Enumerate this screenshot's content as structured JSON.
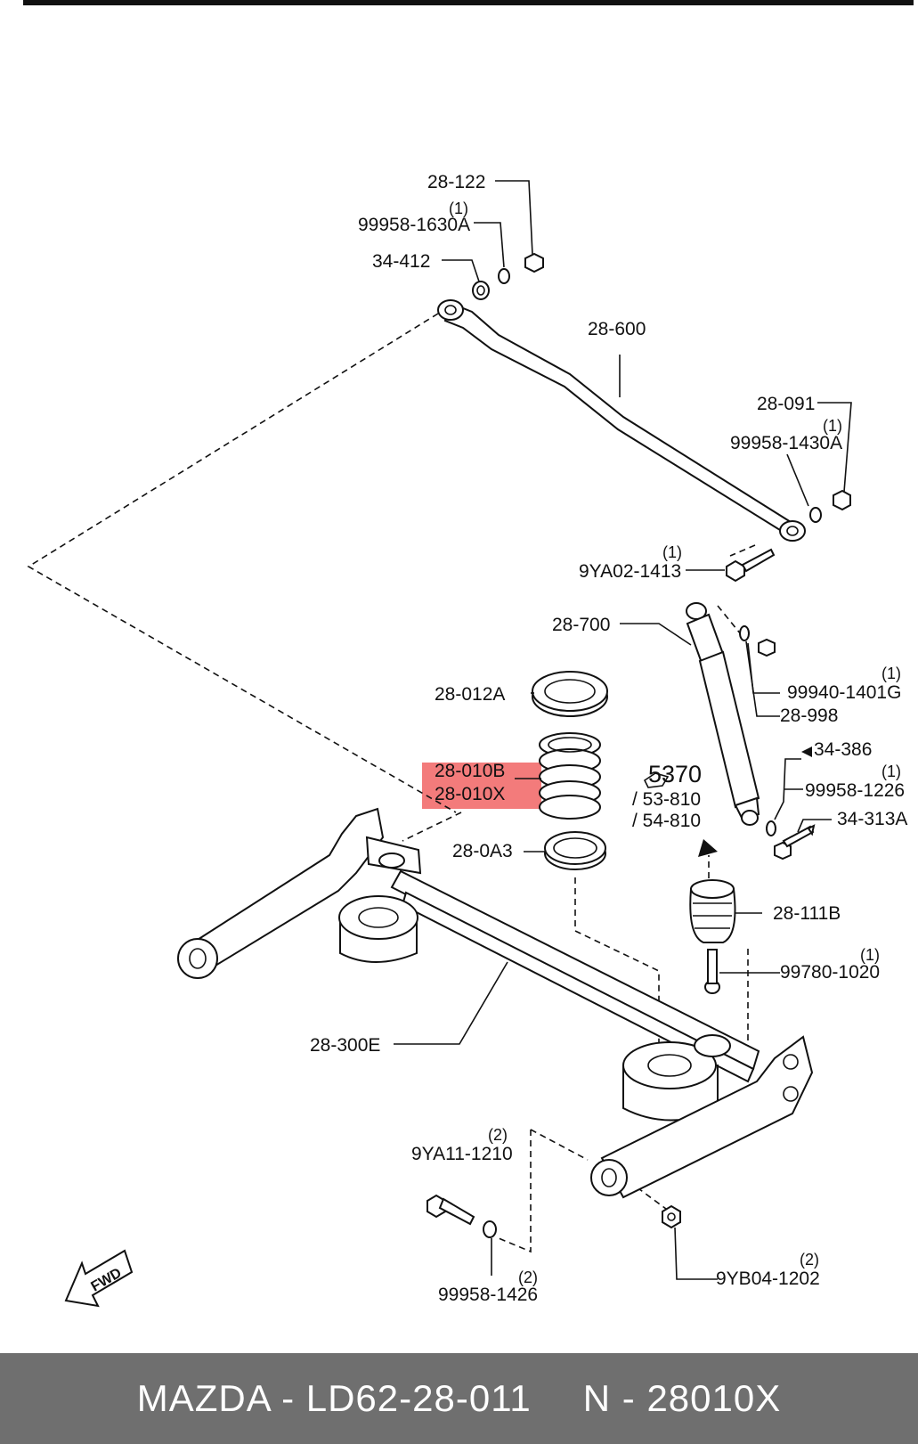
{
  "callouts": {
    "c28_122": "28-122",
    "c99958_1630a_qty": "(1)",
    "c99958_1630a": "99958-1630A",
    "c34_412": "34-412",
    "c28_600": "28-600",
    "c28_091": "28-091",
    "c99958_1430a_qty": "(1)",
    "c99958_1430a": "99958-1430A",
    "c9ya02_1413_qty": "(1)",
    "c9ya02_1413": "9YA02-1413",
    "c28_700": "28-700",
    "c99940_1401g_qty": "(1)",
    "c99940_1401g": "99940-1401G",
    "c28_998": "28-998",
    "c28_012a": "28-012A",
    "c28_010b": "28-010B",
    "c28_010x": "28-010X",
    "c5370": "5370",
    "c53_810": "/ 53-810",
    "c54_810": "/ 54-810",
    "c34_386": "34-386",
    "c99958_1226_qty": "(1)",
    "c99958_1226": "99958-1226",
    "c34_313a": "34-313A",
    "c28_0a3": "28-0A3",
    "c28_111b": "28-111B",
    "c99780_1020_qty": "(1)",
    "c99780_1020": "99780-1020",
    "c28_300e": "28-300E",
    "c9ya11_1210_qty": "(2)",
    "c9ya11_1210": "9YA11-1210",
    "c99958_1426_qty": "(2)",
    "c99958_1426": "99958-1426",
    "c9yb04_1202_qty": "(2)",
    "c9yb04_1202": "9YB04-1202",
    "fwd": "FWD"
  },
  "highlight_color": "#f26d6d",
  "footer": {
    "brand_part": "MAZDA - LD62-28-011",
    "oem_part": "N - 28010X"
  }
}
